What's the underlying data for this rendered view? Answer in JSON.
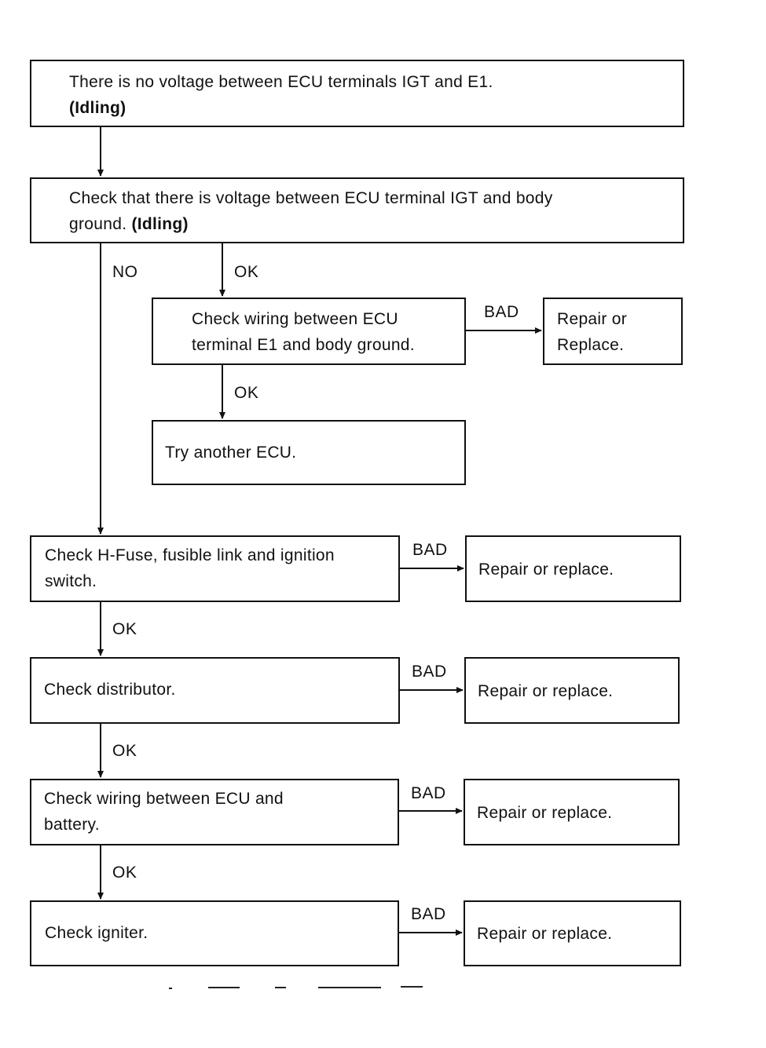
{
  "boxes": {
    "start": {
      "line1": "There is no voltage between ECU terminals IGT and E1.",
      "line2": "(Idling)"
    },
    "check_igt_ground": {
      "line1": "Check that there is voltage between ECU terminal IGT and body",
      "line2a": "ground. ",
      "line2b": "(Idling)"
    },
    "check_e1_wiring": {
      "line1": "Check wiring between ECU",
      "line2": "terminal E1 and body ground."
    },
    "repair_e1": {
      "line1": "Repair or",
      "line2": "Replace."
    },
    "try_ecu": {
      "text": "Try another ECU."
    },
    "check_fuse": {
      "line1": "Check H-Fuse, fusible link and ignition",
      "line2": "switch."
    },
    "repair_fuse": {
      "text": "Repair or replace."
    },
    "check_distributor": {
      "text": "Check distributor."
    },
    "repair_distributor": {
      "text": "Repair or replace."
    },
    "check_battery_wiring": {
      "line1": "Check wiring between ECU and",
      "line2": "battery."
    },
    "repair_battery_wiring": {
      "text": "Repair or replace."
    },
    "check_igniter": {
      "text": "Check igniter."
    },
    "repair_igniter": {
      "text": "Repair or replace."
    }
  },
  "labels": {
    "no": "NO",
    "ok": "OK",
    "bad": "BAD"
  }
}
